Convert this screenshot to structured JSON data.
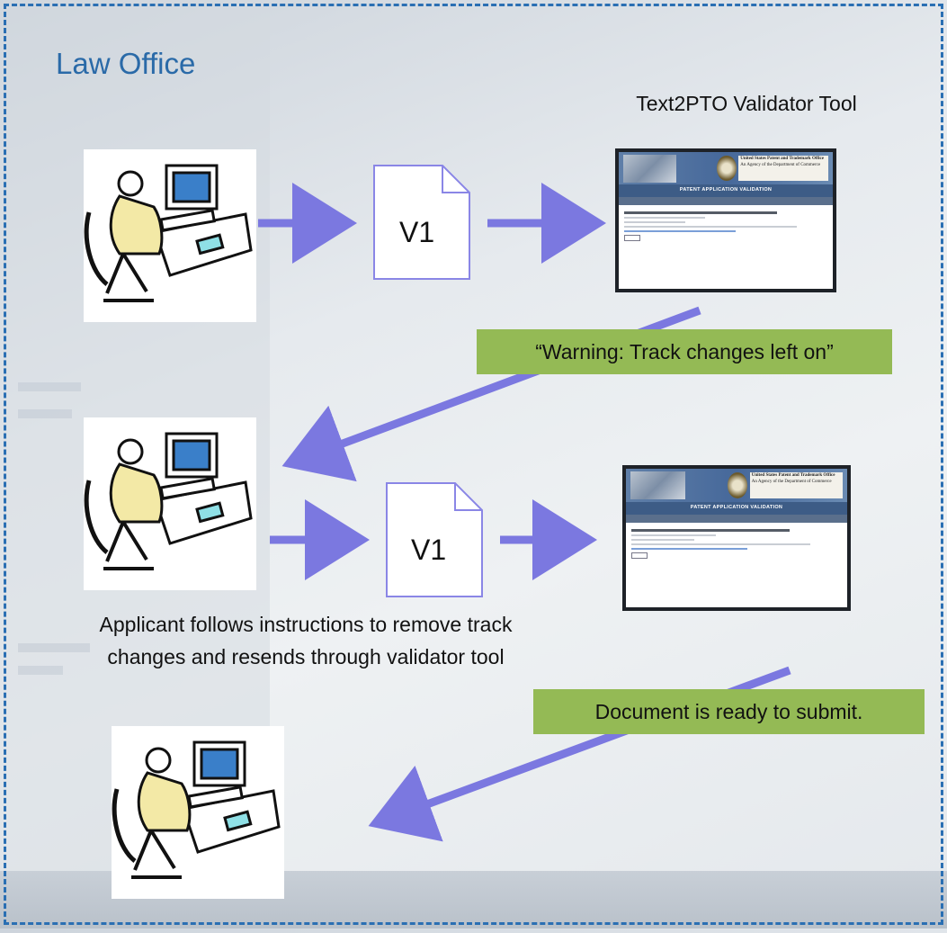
{
  "slide": {
    "title": "Law Office",
    "tool_label": "Text2PTO Validator Tool",
    "applicant_note": "Applicant follows instructions to remove track changes and resends through validator tool"
  },
  "documents": [
    {
      "label": "V1"
    },
    {
      "label": "V1"
    }
  ],
  "callouts": {
    "warning": "“Warning: Track changes left on”",
    "ready": "Document is ready to submit."
  },
  "validator_screen": {
    "org_name": "United States Patent and Trademark Office",
    "org_sub": "An Agency of the Department of Commerce",
    "heading": "PATENT APPLICATION VALIDATION"
  },
  "colors": {
    "accent_blue": "#2a6aa8",
    "callout_green": "#94ba55",
    "arrow_purple": "#7b78e0"
  },
  "icons": [
    "person-at-computer-icon",
    "document-icon",
    "validator-screenshot"
  ]
}
